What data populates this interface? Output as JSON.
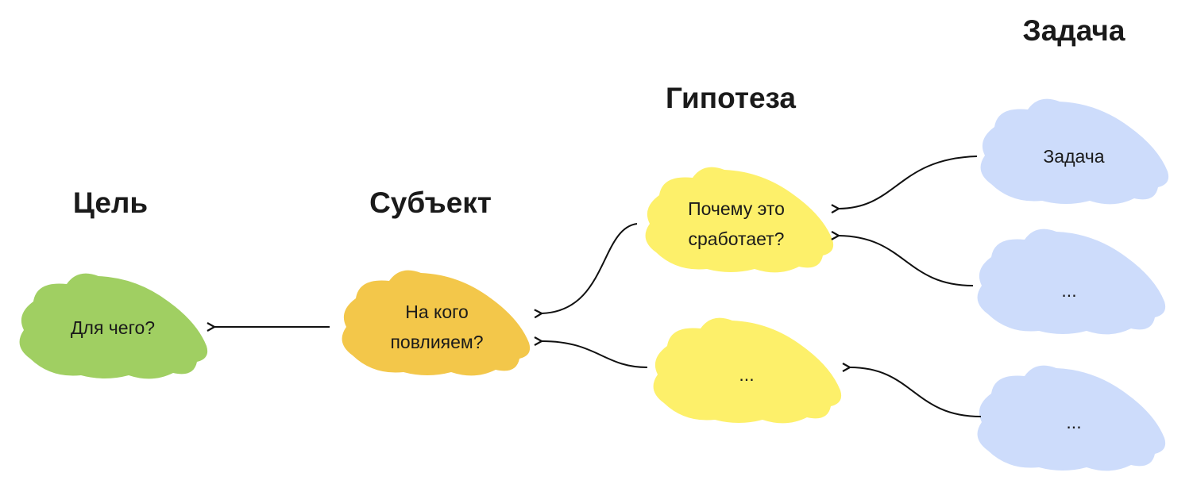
{
  "headers": {
    "goal": "Цель",
    "subject": "Субъект",
    "hypothesis": "Гипотеза",
    "task": "Задача"
  },
  "nodes": {
    "goal": {
      "line1": "Для чего?"
    },
    "subject": {
      "line1": "На кого",
      "line2": "повлияем?"
    },
    "hypothesis1": {
      "line1": "Почему это",
      "line2": "сработает?"
    },
    "hypothesis2": {
      "line1": "..."
    },
    "task1": {
      "line1": "Задача"
    },
    "task2": {
      "line1": "..."
    },
    "task3": {
      "line1": "..."
    }
  },
  "colors": {
    "goal": "#a0cf62",
    "subject": "#f3c74a",
    "hypothesis": "#fdf06a",
    "task": "#cddcfb",
    "arrow": "#111111"
  }
}
